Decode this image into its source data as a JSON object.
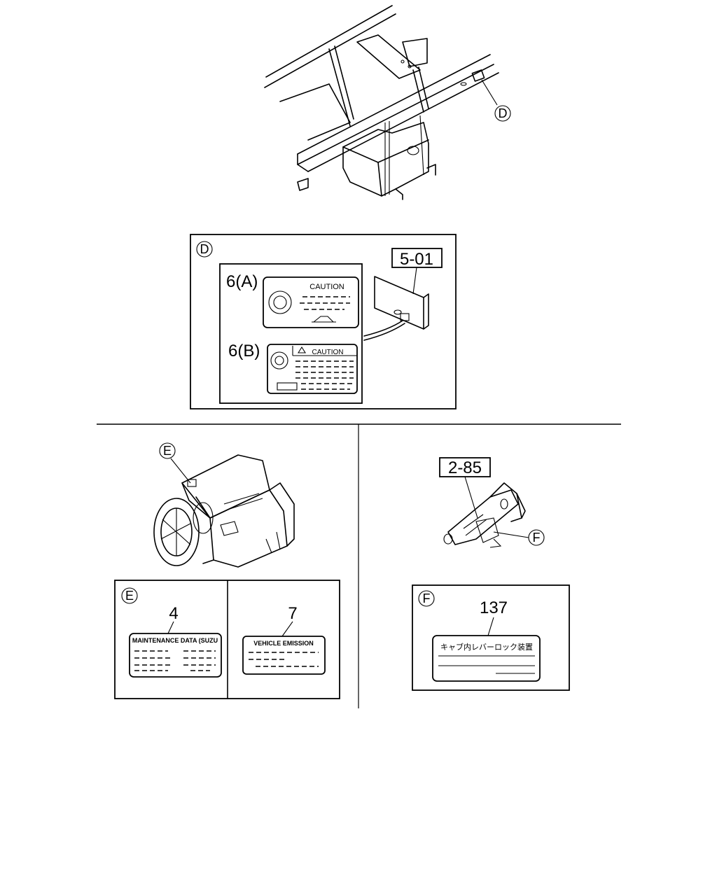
{
  "callouts": {
    "d_top": "D",
    "d_panel": "D",
    "e_engine": "E",
    "e_panel": "E",
    "f_part": "F",
    "f_panel": "F"
  },
  "part_refs": {
    "frame_ref": "5-01",
    "label_6a": "6(A)",
    "label_6b": "6(B)",
    "lever_ref": "2-85",
    "label_4": "4",
    "label_7": "7",
    "label_137": "137"
  },
  "label_text": {
    "caution_a": "CAUTION",
    "caution_b": "CAUTION",
    "maintenance": "MAINTENANCE DATA (SUZU",
    "emission": "VEHICLE EMISSION",
    "cab_lock": "キャブ内レバーロック装置"
  }
}
